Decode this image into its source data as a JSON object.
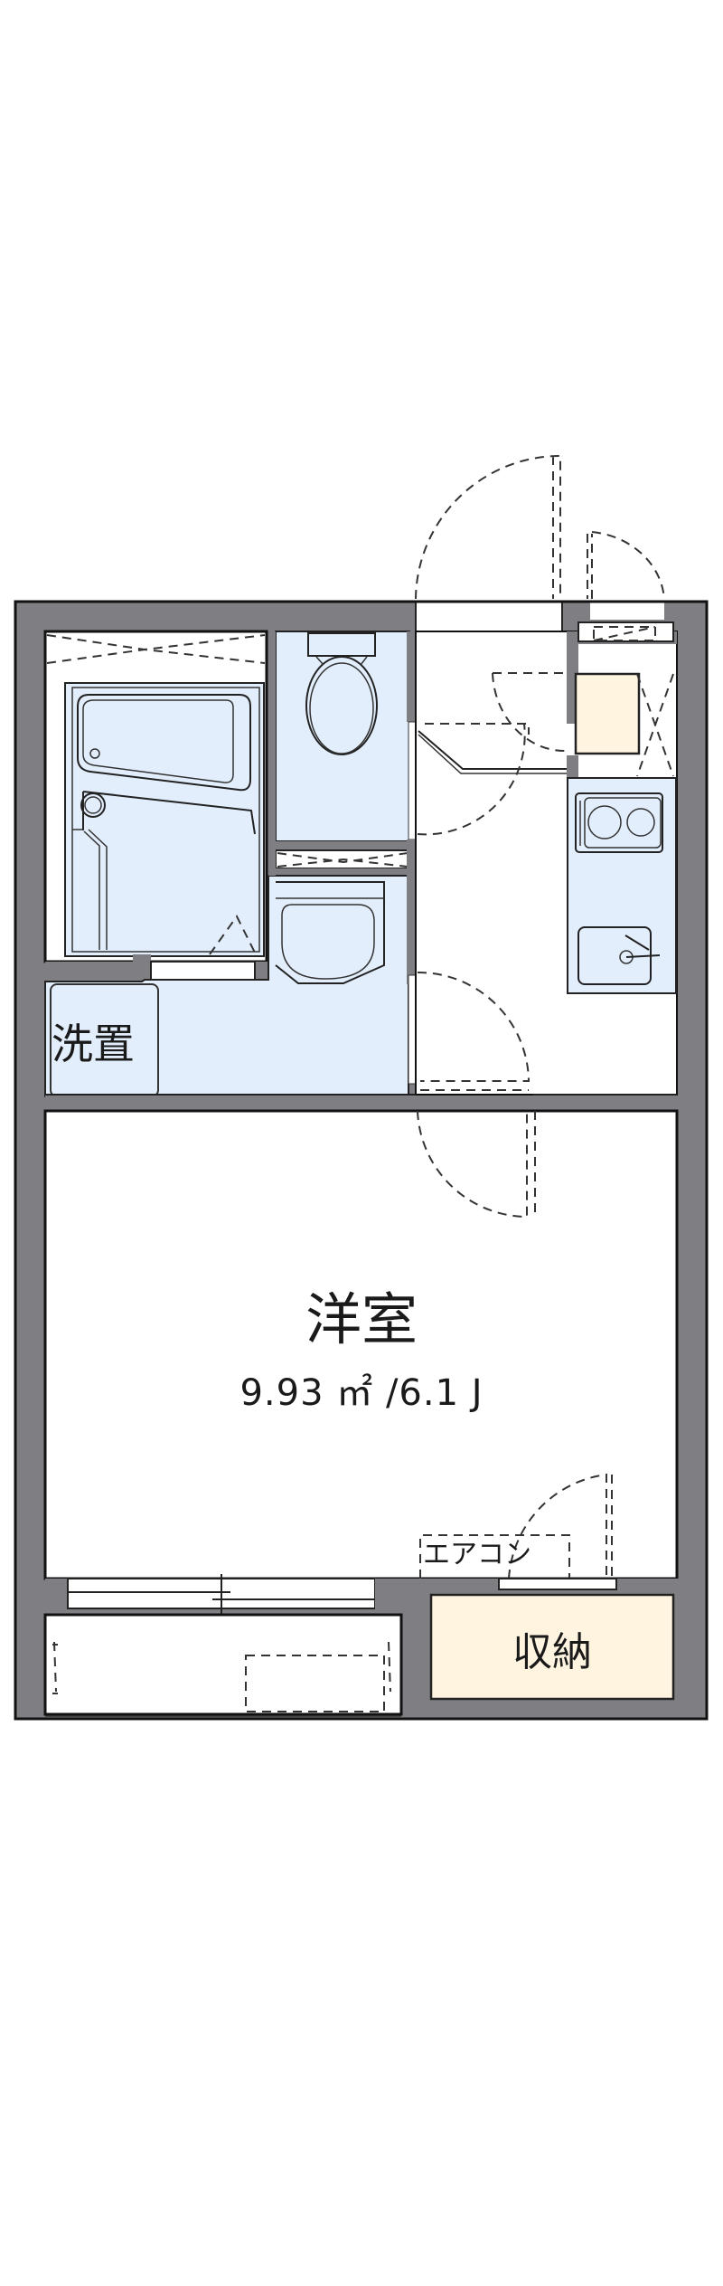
{
  "floor_plan": {
    "rooms": [
      {
        "id": "western-room",
        "label": "洋室",
        "area": "9.93 ㎡ /6.1 J"
      },
      {
        "id": "washing-machine-space",
        "label": "洗置"
      },
      {
        "id": "storage",
        "label": "収納"
      },
      {
        "id": "air-conditioner",
        "label": "エアコン"
      }
    ],
    "fixtures": [
      "unit-bath",
      "toilet",
      "washbasin",
      "kitchen-stove",
      "kitchen-sink",
      "refrigerator-space",
      "shoe-cabinet"
    ],
    "colors": {
      "wall": "#7f7e83",
      "wet_area": "#e3eefd",
      "storage": "#fff4df",
      "floor": "#ffffff"
    }
  }
}
